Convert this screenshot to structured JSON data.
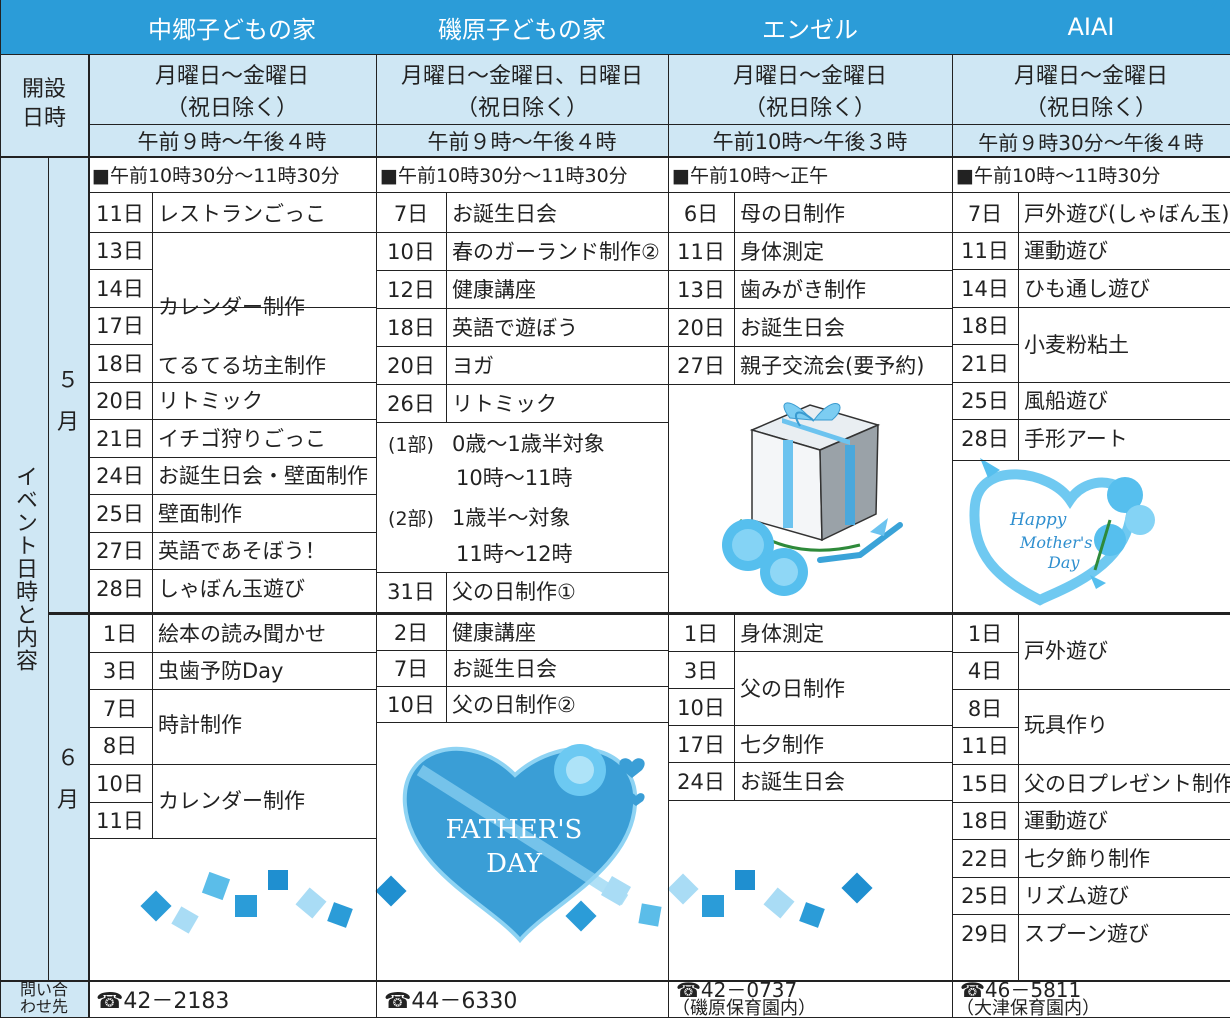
{
  "columns": [
    {
      "name": "中郷子どもの家",
      "days_line1": "月曜日～金曜日",
      "days_line2": "（祝日除く）",
      "hours": "午前９時～午後４時",
      "event_time": "■午前10時30分～11時30分",
      "contact": "☎42－2183",
      "contact_note": ""
    },
    {
      "name": "磯原子どもの家",
      "days_line1": "月曜日～金曜日、日曜日",
      "days_line2": "（祝日除く）",
      "hours": "午前９時～午後４時",
      "event_time": "■午前10時30分～11時30分",
      "contact": "☎44－6330",
      "contact_note": ""
    },
    {
      "name": "エンゼル",
      "days_line1": "月曜日～金曜日",
      "days_line2": "（祝日除く）",
      "hours": "午前10時～午後３時",
      "event_time": "■午前10時～正午",
      "contact": "☎42－0737",
      "contact_note": "（磯原保育園内）"
    },
    {
      "name": "AIAI",
      "days_line1": "月曜日～金曜日",
      "days_line2": "（祝日除く）",
      "hours": "午前９時30分～午後４時",
      "event_time": "■午前10時～11時30分",
      "contact": "☎46－5811",
      "contact_note": "（大津保育園内）"
    }
  ],
  "row_labels": {
    "open_days": "開設日時",
    "events": "イベント日時と内容",
    "contact": "問い合わせ先",
    "may": "５月",
    "june": "６月"
  },
  "may": {
    "nakago": [
      {
        "day": "11日",
        "event": "レストランごっこ"
      },
      {
        "day": "13日",
        "event": ""
      },
      {
        "day": "14日",
        "event": ""
      },
      {
        "day": "17日",
        "event": ""
      },
      {
        "day": "18日",
        "event": ""
      },
      {
        "day": "20日",
        "event": "リトミック"
      },
      {
        "day": "21日",
        "event": "イチゴ狩りごっこ"
      },
      {
        "day": "24日",
        "event": "お誕生日会・壁面制作"
      },
      {
        "day": "25日",
        "event": "壁面制作"
      },
      {
        "day": "27日",
        "event": "英語であそぼう！"
      },
      {
        "day": "28日",
        "event": "しゃぼん玉遊び"
      }
    ],
    "nakago_merged": {
      "calendar": "カレンダー制作",
      "teruteru": "てるてる坊主制作"
    },
    "isohara": [
      {
        "day": "7日",
        "event": "お誕生日会"
      },
      {
        "day": "10日",
        "event": "春のガーランド制作②"
      },
      {
        "day": "12日",
        "event": "健康講座"
      },
      {
        "day": "18日",
        "event": "英語で遊ぼう"
      },
      {
        "day": "20日",
        "event": "ヨガ"
      },
      {
        "day": "26日",
        "event": "リトミック"
      }
    ],
    "isohara_rhythmic": {
      "part1_label": "(1部)",
      "part1_target": "0歳～1歳半対象",
      "part1_time": "10時～11時",
      "part2_label": "(2部)",
      "part2_target": "1歳半～対象",
      "part2_time": "11時～12時"
    },
    "isohara_last": {
      "day": "31日",
      "event": "父の日制作①"
    },
    "angel": [
      {
        "day": "6日",
        "event": "母の日制作"
      },
      {
        "day": "11日",
        "event": "身体測定"
      },
      {
        "day": "13日",
        "event": "歯みがき制作"
      },
      {
        "day": "20日",
        "event": "お誕生日会"
      },
      {
        "day": "27日",
        "event": "親子交流会(要予約)"
      }
    ],
    "aiai": [
      {
        "day": "7日",
        "event": "戸外遊び(しゃぼん玉)"
      },
      {
        "day": "11日",
        "event": "運動遊び"
      },
      {
        "day": "14日",
        "event": "ひも通し遊び"
      },
      {
        "day": "18日",
        "event": ""
      },
      {
        "day": "21日",
        "event": ""
      },
      {
        "day": "25日",
        "event": "風船遊び"
      },
      {
        "day": "28日",
        "event": "手形アート"
      }
    ],
    "aiai_merged": "小麦粉粘土"
  },
  "june": {
    "nakago": [
      {
        "day": "1日",
        "event": "絵本の読み聞かせ"
      },
      {
        "day": "3日",
        "event": "虫歯予防Day"
      },
      {
        "day": "7日",
        "event": ""
      },
      {
        "day": "8日",
        "event": ""
      },
      {
        "day": "10日",
        "event": ""
      },
      {
        "day": "11日",
        "event": ""
      }
    ],
    "nakago_merged": {
      "clock": "時計制作",
      "calendar": "カレンダー制作"
    },
    "isohara": [
      {
        "day": "2日",
        "event": "健康講座"
      },
      {
        "day": "7日",
        "event": "お誕生日会"
      },
      {
        "day": "10日",
        "event": "父の日制作②"
      }
    ],
    "angel": [
      {
        "day": "1日",
        "event": "身体測定"
      },
      {
        "day": "3日",
        "event": ""
      },
      {
        "day": "10日",
        "event": ""
      },
      {
        "day": "17日",
        "event": "七夕制作"
      },
      {
        "day": "24日",
        "event": "お誕生日会"
      }
    ],
    "angel_merged": "父の日制作",
    "aiai": [
      {
        "day": "1日",
        "event": ""
      },
      {
        "day": "4日",
        "event": ""
      },
      {
        "day": "8日",
        "event": ""
      },
      {
        "day": "11日",
        "event": ""
      },
      {
        "day": "15日",
        "event": "父の日プレゼント制作"
      },
      {
        "day": "18日",
        "event": "運動遊び"
      },
      {
        "day": "22日",
        "event": "七夕飾り制作"
      },
      {
        "day": "25日",
        "event": "リズム遊び"
      },
      {
        "day": "29日",
        "event": "スプーン遊び"
      }
    ],
    "aiai_merged": {
      "outdoor": "戸外遊び",
      "toys": "玩具作り"
    }
  },
  "decor": {
    "mothers_day": [
      "Happy",
      "Mother's",
      "Day"
    ],
    "fathers_day": [
      "FATHER'S",
      "DAY"
    ]
  },
  "colors": {
    "header": "#2b9cd8",
    "band": "#cfe7f4",
    "accent": "#5bc0eb"
  }
}
